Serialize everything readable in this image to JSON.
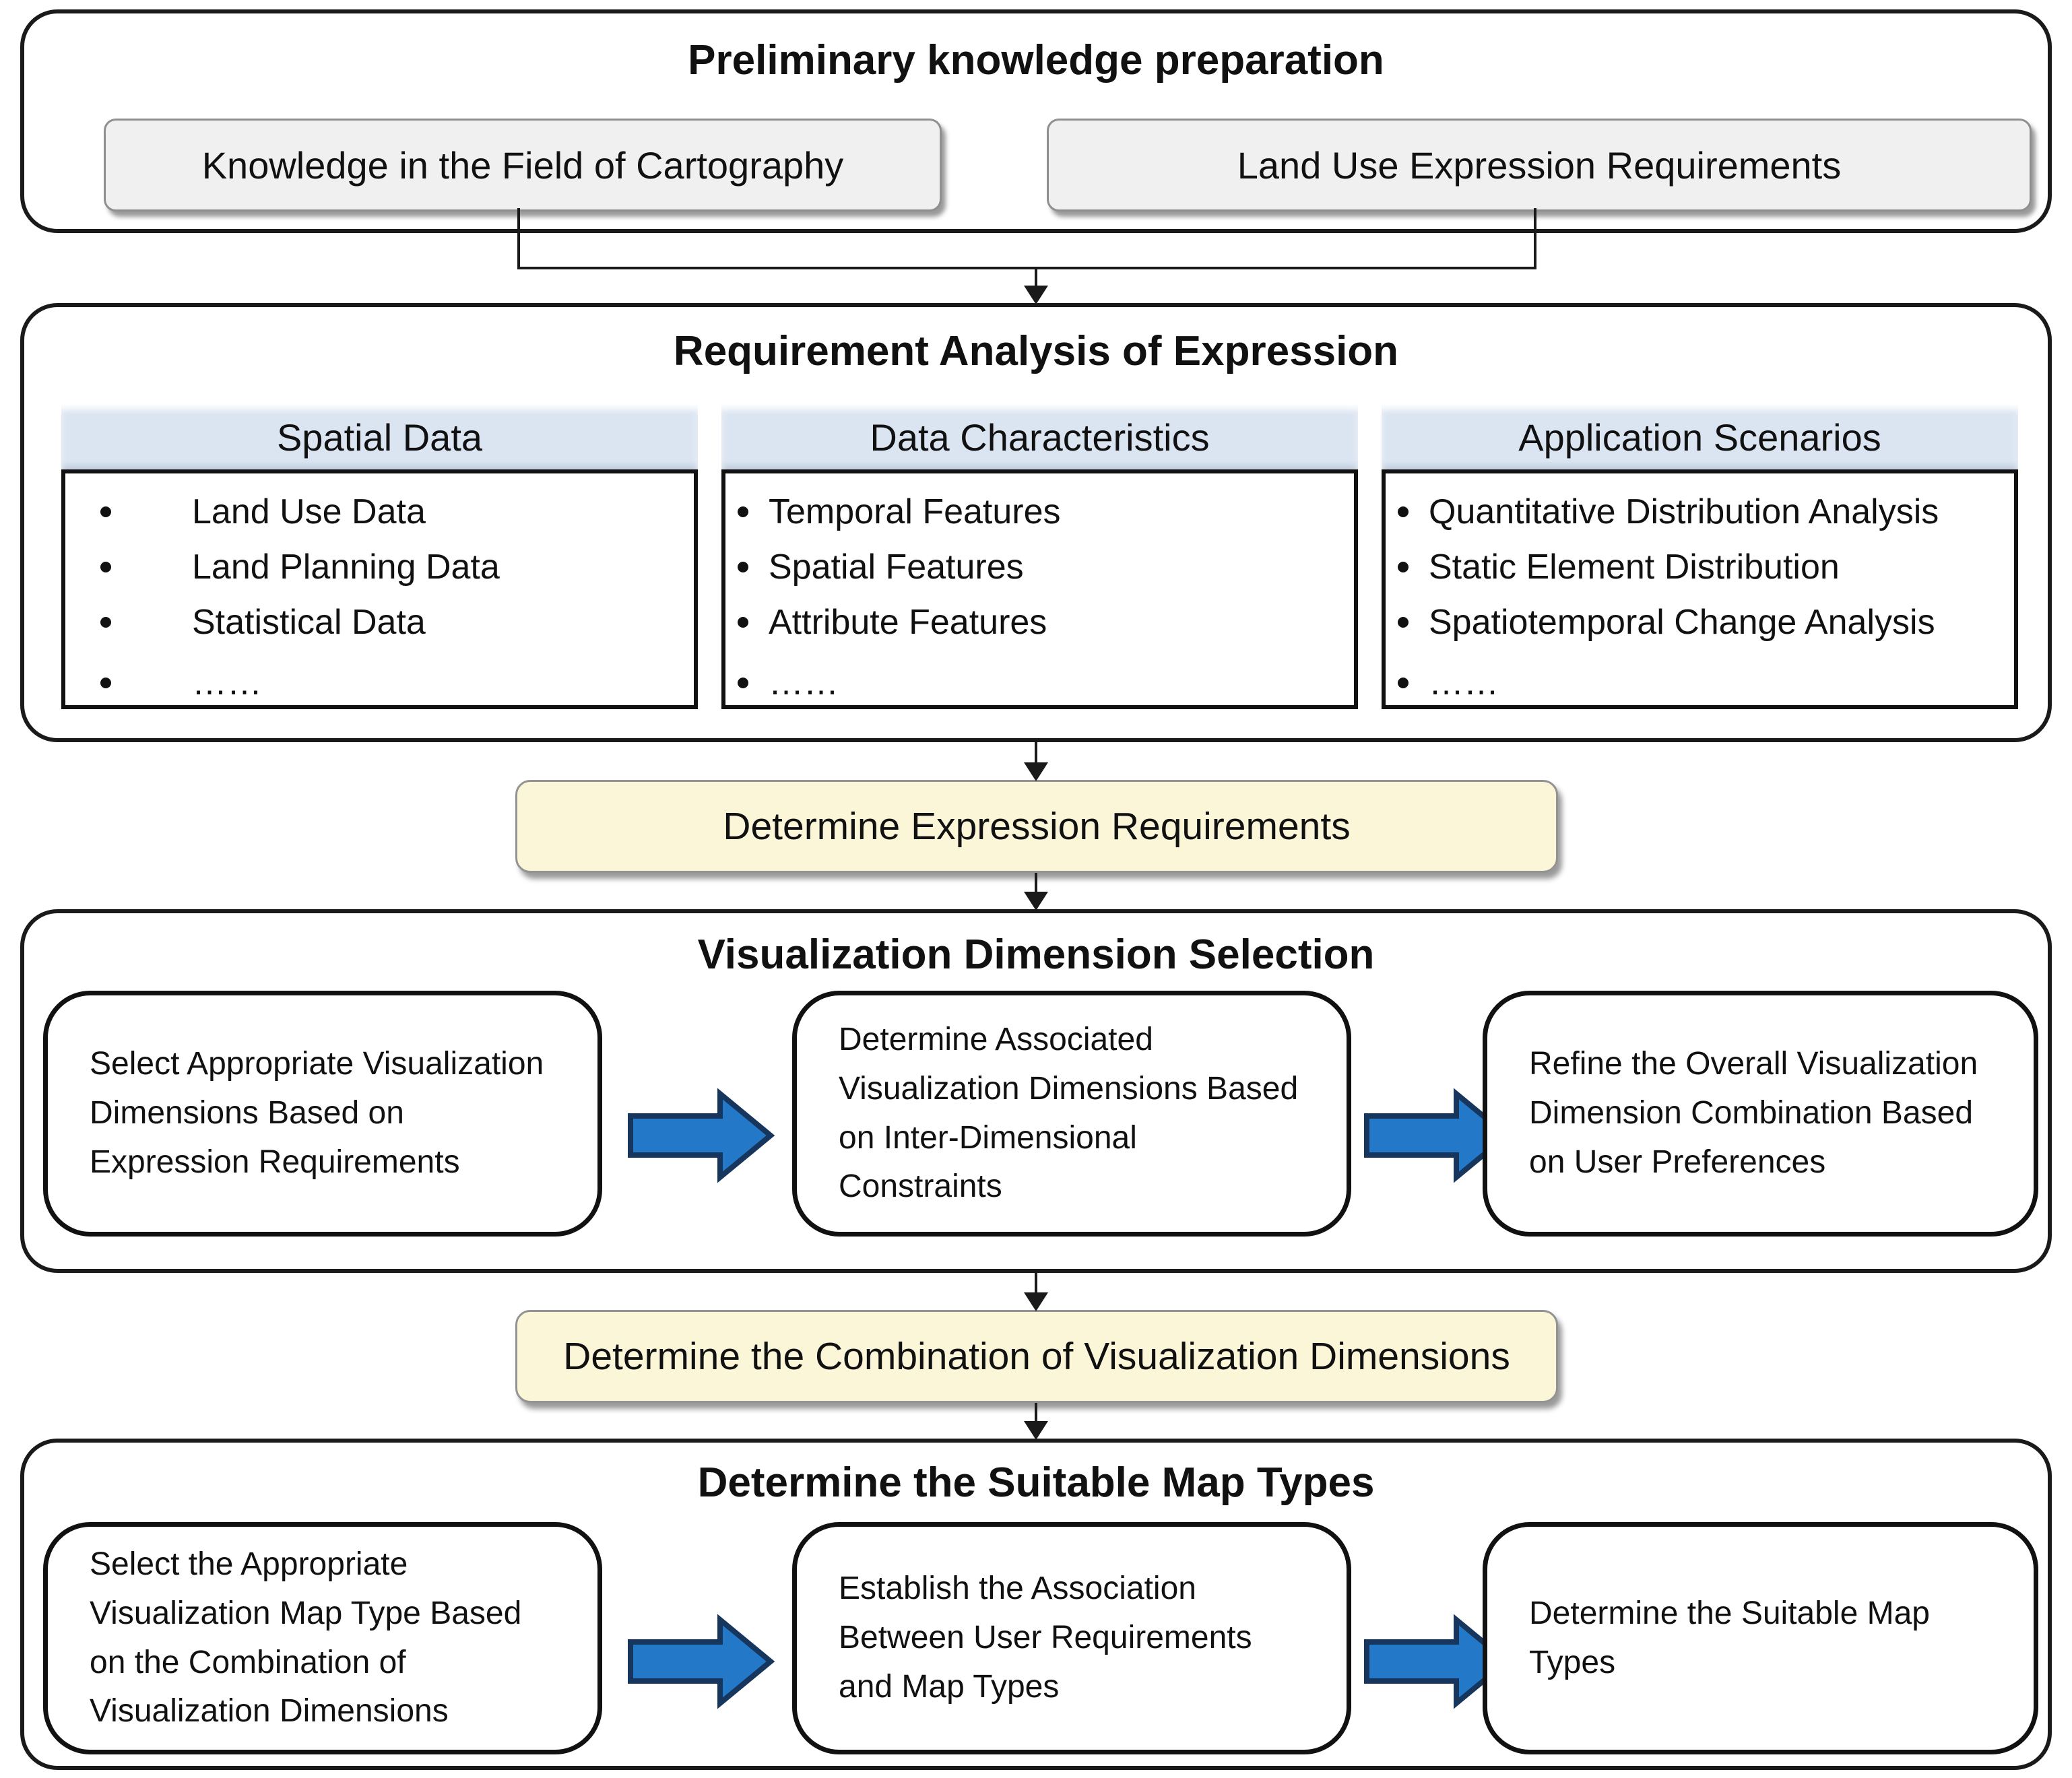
{
  "prelim": {
    "title": "Preliminary knowledge preparation",
    "box_left": "Knowledge in the Field of Cartography",
    "box_right": "Land Use Expression Requirements"
  },
  "analysis": {
    "title": "Requirement Analysis of Expression",
    "columns": [
      {
        "header": "Spatial Data",
        "items": [
          "Land Use Data",
          "Land Planning Data",
          "Statistical Data",
          "……"
        ]
      },
      {
        "header": "Data Characteristics",
        "items": [
          "Temporal Features",
          "Spatial Features",
          "Attribute Features",
          "……"
        ]
      },
      {
        "header": "Application Scenarios",
        "items": [
          "Quantitative Distribution Analysis",
          "Static Element Distribution",
          "Spatiotemporal Change Analysis",
          "……"
        ]
      }
    ]
  },
  "banners": [
    "Determine Expression Requirements",
    "Determine the Combination of Visualization Dimensions"
  ],
  "dimension": {
    "title": "Visualization Dimension Selection",
    "steps": [
      "Select Appropriate Visualization Dimensions Based on Expression Requirements",
      "Determine Associated Visualization Dimensions Based on Inter-Dimensional Constraints",
      "Refine the Overall Visualization Dimension Combination Based on User Preferences"
    ]
  },
  "maptypes": {
    "title": "Determine the Suitable Map Types",
    "steps": [
      "Select the Appropriate Visualization Map Type Based on the Combination of Visualization Dimensions",
      "Establish the Association Between User Requirements and Map Types",
      "Determine the Suitable Map Types"
    ]
  },
  "colors": {
    "outline_black": "#1a1a1a",
    "header_blue": "#dbe5f2",
    "banner_yellow": "#fcf6d9",
    "box_gray": "#f0f0f0",
    "gray_border": "#8f8f8f",
    "arrow_blue": "#2478c8",
    "arrow_blue_border": "#17365d"
  }
}
